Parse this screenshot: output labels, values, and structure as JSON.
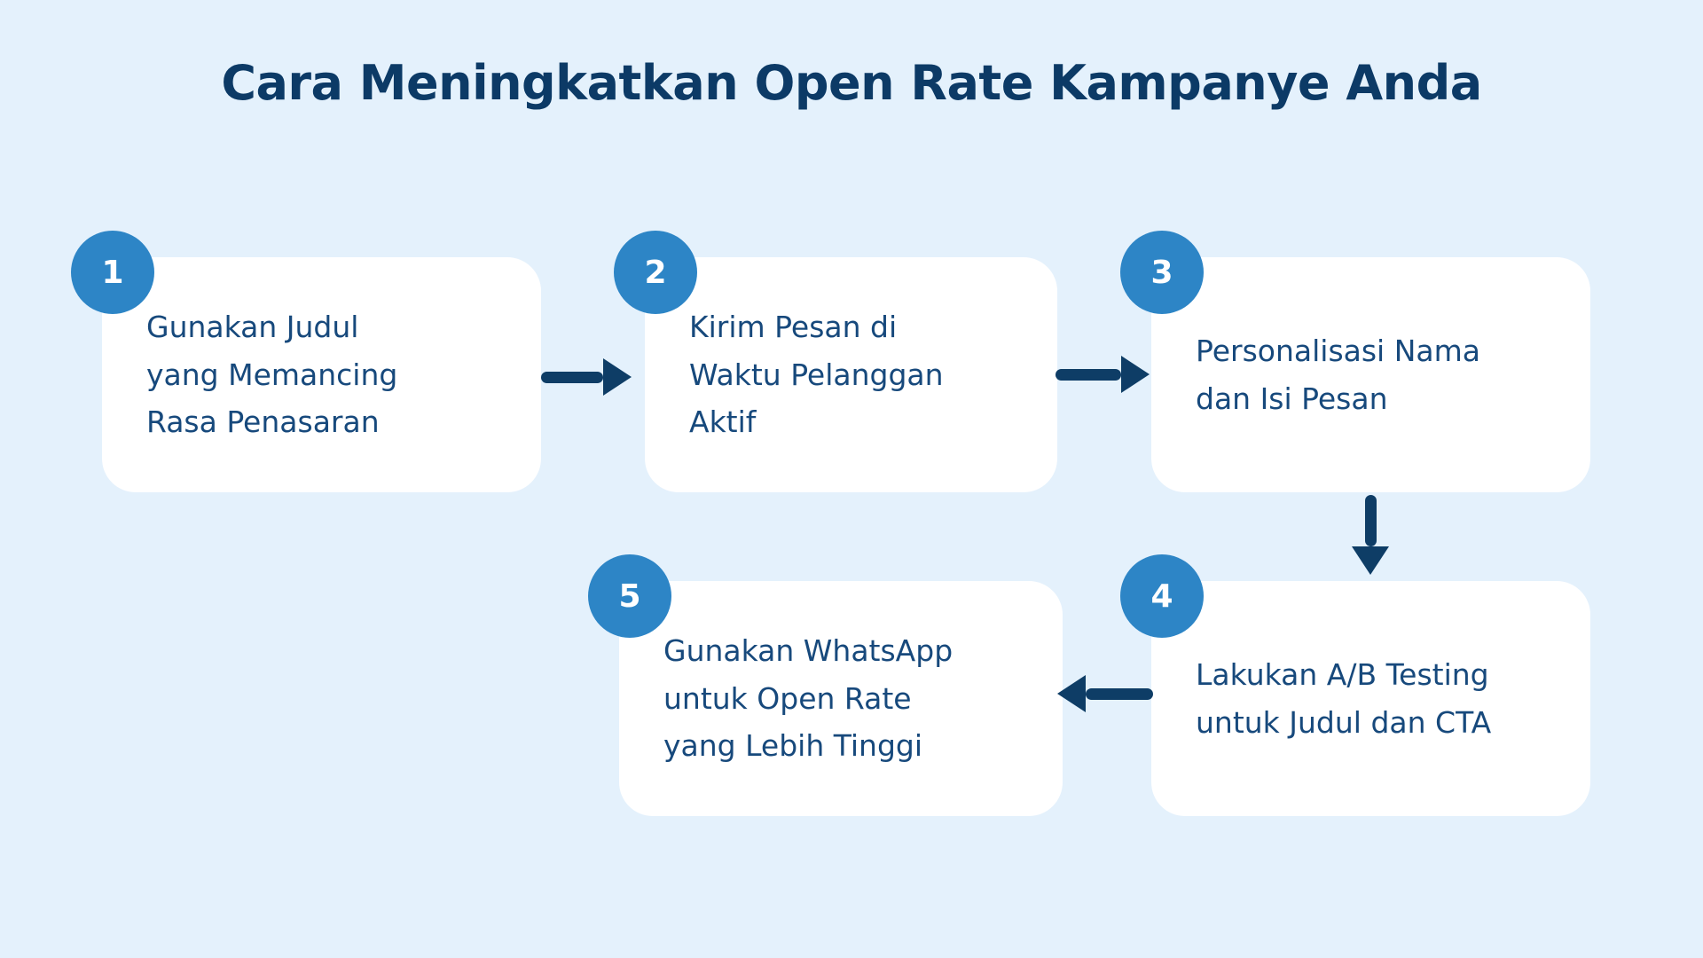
{
  "page": {
    "title": "Cara Meningkatkan Open Rate Kampanye Anda"
  },
  "colors": {
    "background": "#e4f1fc",
    "card": "#ffffff",
    "badge": "#2d85c6",
    "badge_text": "#ffffff",
    "step_text": "#17497c",
    "title_text": "#0c3a66",
    "arrow": "#0e3d66"
  },
  "steps": [
    {
      "number": "1",
      "label": "Gunakan Judul\nyang Memancing\nRasa Penasaran"
    },
    {
      "number": "2",
      "label": "Kirim Pesan di\nWaktu Pelanggan\nAktif"
    },
    {
      "number": "3",
      "label": "Personalisasi Nama\ndan Isi Pesan"
    },
    {
      "number": "4",
      "label": "Lakukan A/B Testing\nuntuk Judul dan CTA"
    },
    {
      "number": "5",
      "label": "Gunakan WhatsApp\nuntuk Open Rate\nyang Lebih Tinggi"
    }
  ],
  "arrows": [
    {
      "name": "arrow-1-2",
      "from": "1",
      "to": "2",
      "direction": "right"
    },
    {
      "name": "arrow-2-3",
      "from": "2",
      "to": "3",
      "direction": "right"
    },
    {
      "name": "arrow-3-4",
      "from": "3",
      "to": "4",
      "direction": "down"
    },
    {
      "name": "arrow-4-5",
      "from": "4",
      "to": "5",
      "direction": "left"
    }
  ]
}
